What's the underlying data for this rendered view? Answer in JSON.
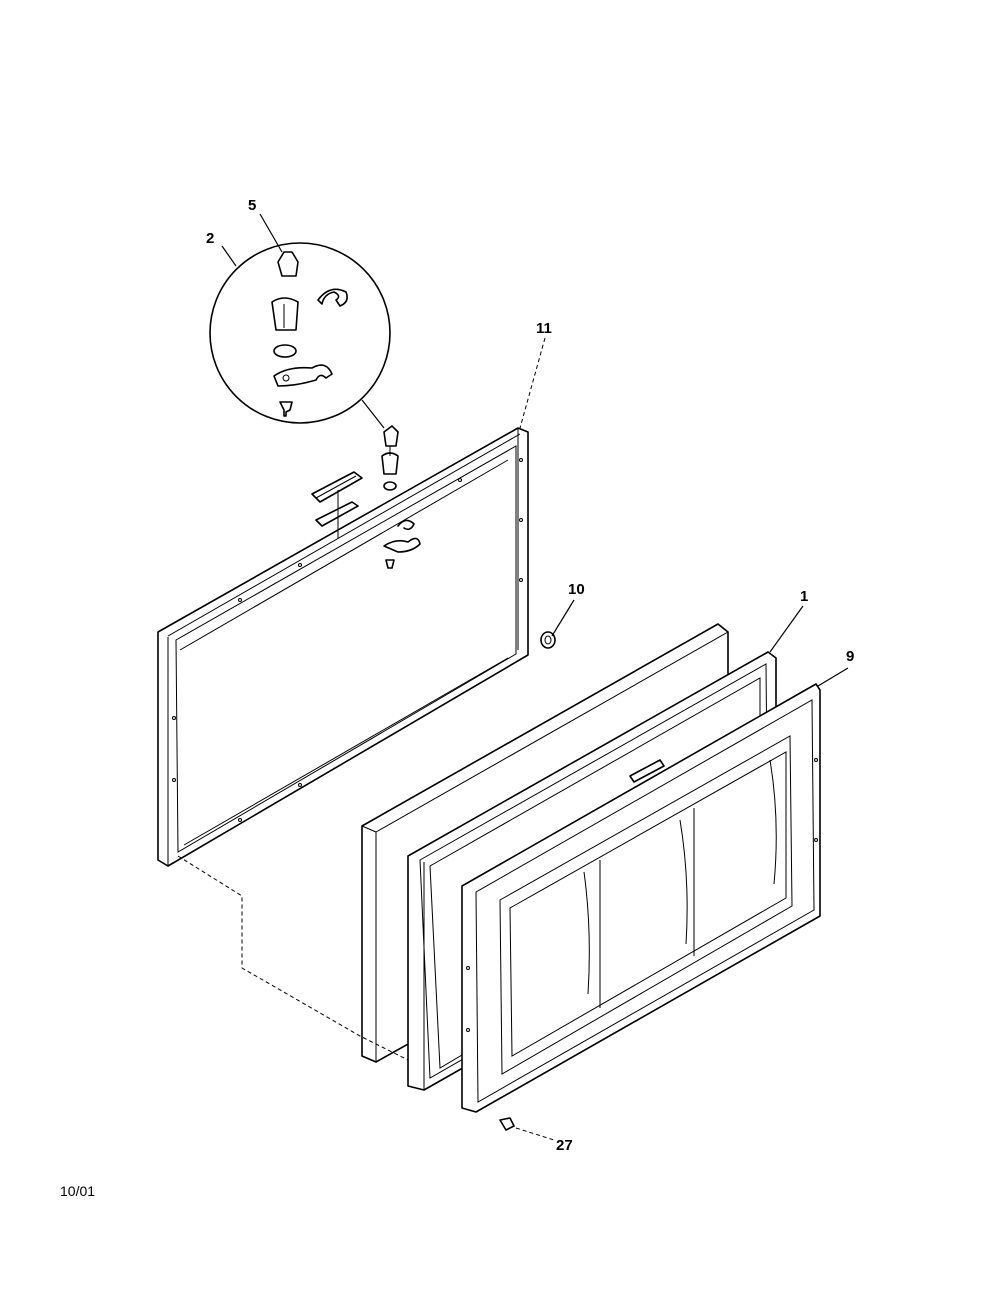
{
  "callouts": {
    "c5": "5",
    "c2": "2",
    "c11": "11",
    "c10": "10",
    "c1": "1",
    "c9": "9",
    "c27": "27"
  },
  "footer": {
    "date_code": "10/01"
  }
}
